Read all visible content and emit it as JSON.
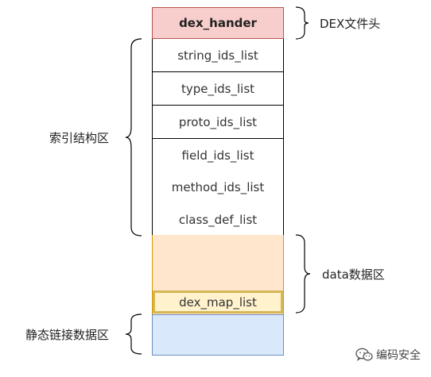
{
  "header": {
    "label": "dex_hander",
    "annotation": "DEX文件头"
  },
  "index_section": {
    "annotation": "索引结构区",
    "items": [
      {
        "label": "string_ids_list"
      },
      {
        "label": "type_ids_list"
      },
      {
        "label": "proto_ids_list"
      },
      {
        "label": "field_ids_list"
      },
      {
        "label": "method_ids_list"
      },
      {
        "label": "class_def_list"
      }
    ]
  },
  "data_section": {
    "annotation": "data数据区",
    "map_label": "dex_map_list"
  },
  "static_section": {
    "annotation": "静态链接数据区"
  },
  "watermark": {
    "text": "编码安全",
    "icon": "wechat-icon"
  },
  "colors": {
    "header_fill": "#f8cecc",
    "header_border": "#b85450",
    "data_fill": "#ffe6cc",
    "data_border": "#d79b00",
    "map_fill": "#fff2cc",
    "map_border": "#d6b656",
    "static_fill": "#dae8fc",
    "static_border": "#6c8ebf"
  }
}
